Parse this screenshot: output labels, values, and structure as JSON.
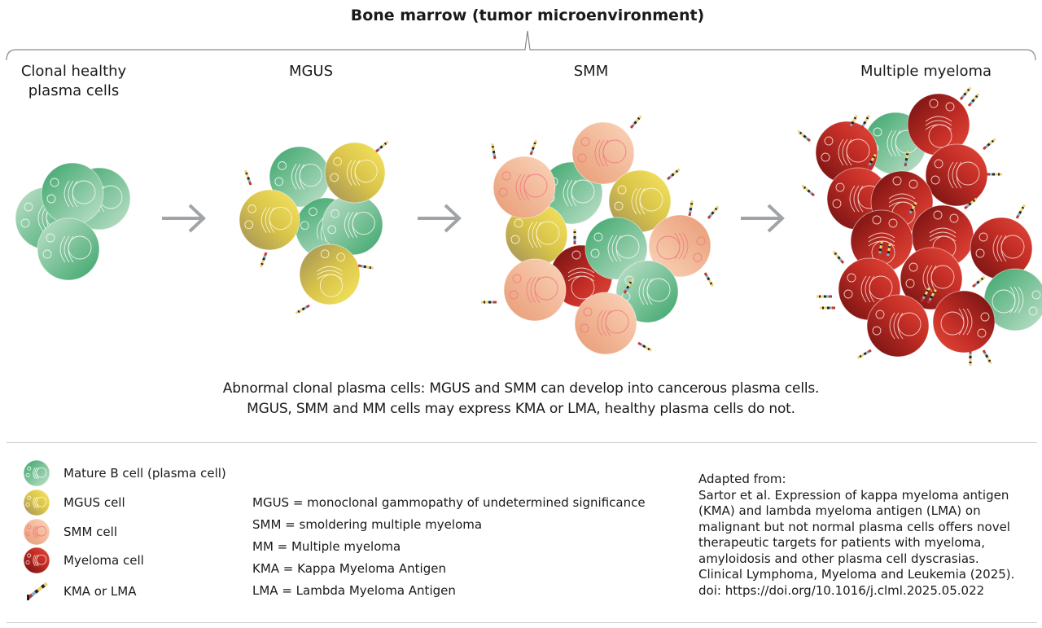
{
  "header": {
    "title": "Bone marrow (tumor microenvironment)"
  },
  "stages": [
    {
      "id": "healthy",
      "label": "Clonal healthy plasma cells",
      "line1": "Clonal healthy",
      "line2": "plasma cells"
    },
    {
      "id": "mgus",
      "label": "MGUS"
    },
    {
      "id": "smm",
      "label": "SMM"
    },
    {
      "id": "mm",
      "label": "Multiple myeloma"
    }
  ],
  "arrows": [
    "arrow-right-icon",
    "arrow-right-icon",
    "arrow-right-icon"
  ],
  "caption": {
    "line1": "Abnormal clonal plasma cells: MGUS and SMM can develop into cancerous plasma cells.",
    "line2": "MGUS, SMM and MM cells may express KMA or LMA, healthy plasma cells do not."
  },
  "legend": {
    "items": [
      {
        "icon": "mature-b-cell-icon",
        "label": "Mature B cell (plasma cell)"
      },
      {
        "icon": "mgus-cell-icon",
        "label": "MGUS cell"
      },
      {
        "icon": "smm-cell-icon",
        "label": "SMM cell"
      },
      {
        "icon": "myeloma-cell-icon",
        "label": "Myeloma cell"
      },
      {
        "icon": "kma-lma-antigen-icon",
        "label": "KMA or LMA"
      }
    ]
  },
  "abbreviations": [
    "MGUS = monoclonal gammopathy of undetermined significance",
    "SMM = smoldering multiple myeloma",
    "MM = Multiple myeloma",
    "KMA = Kappa Myeloma Antigen",
    "LMA = Lambda Myeloma Antigen"
  ],
  "reference": {
    "lines": [
      "Adapted from:",
      "Sartor et al. Expression of kappa myeloma antigen",
      "(KMA) and lambda myeloma antigen (LMA) on",
      "malignant but not normal plasma cells offers novel",
      "therapeutic targets for patients with myeloma,",
      "amyloidosis and other plasma cell dyscrasias.",
      "Clinical Lymphoma, Myeloma and Leukemia (2025).",
      "doi: https://doi.org/10.1016/j.clml.2025.05.022"
    ]
  },
  "colors": {
    "healthy": {
      "dark": "#3aa56a",
      "light": "#b6dcc2"
    },
    "mgus": {
      "dark": "#a89a5a",
      "light": "#f4e45a"
    },
    "smm": {
      "dark": "#e8a07a",
      "light": "#fad0b4"
    },
    "myeloma": {
      "dark": "#7a1414",
      "light": "#e04a3c"
    },
    "arrow": "#a0a4a8",
    "bracket": "#8a8a8a",
    "divider": "#c8c8c8"
  }
}
